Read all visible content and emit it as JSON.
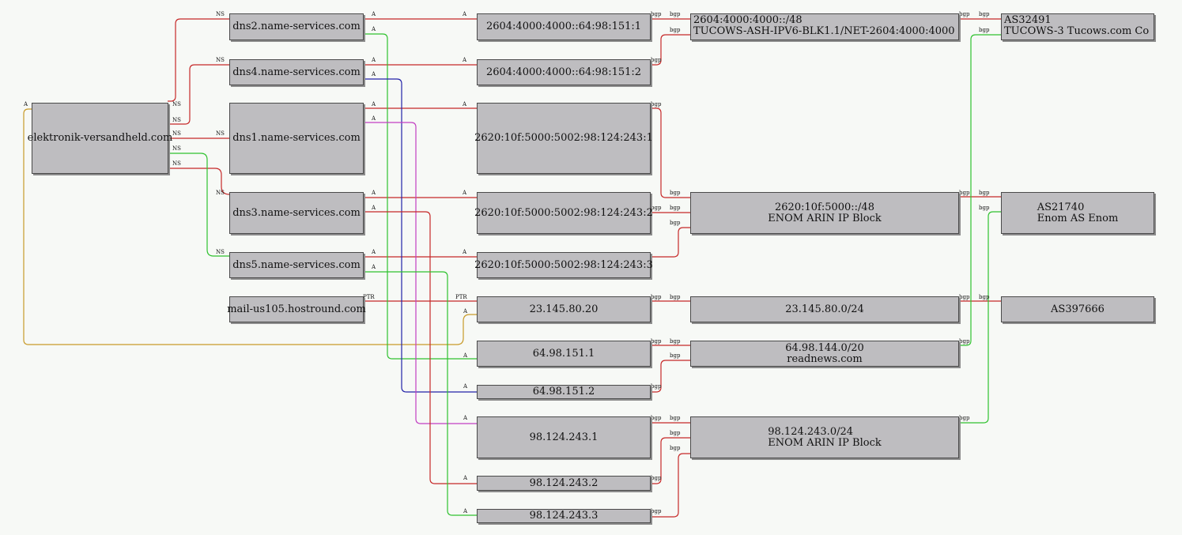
{
  "colors": {
    "red": "#c62828",
    "green": "#2fc22f",
    "blue": "#2222a8",
    "magenta": "#c23ec2",
    "orange": "#c89a28",
    "node_fill": "#bebdc0",
    "background": "#f7f9f6"
  },
  "nodes": {
    "root": "elektronik-versandheld.com",
    "dns2": "dns2.name-services.com",
    "dns4": "dns4.name-services.com",
    "dns1": "dns1.name-services.com",
    "dns3": "dns3.name-services.com",
    "dns5": "dns5.name-services.com",
    "mail": "mail-us105.hostround.com",
    "ip6_151_1": "2604:4000:4000::64:98:151:1",
    "ip6_151_2": "2604:4000:4000::64:98:151:2",
    "ip6_243_1": "2620:10f:5000:5002:98:124:243:1",
    "ip6_243_2": "2620:10f:5000:5002:98:124:243:2",
    "ip6_243_3": "2620:10f:5000:5002:98:124:243:3",
    "ip_23": "23.145.80.20",
    "ip_151_1": "64.98.151.1",
    "ip_151_2": "64.98.151.2",
    "ip_243_1": "98.124.243.1",
    "ip_243_2": "98.124.243.2",
    "ip_243_3": "98.124.243.3",
    "net_tucows6_l1": "2604:4000:4000::/48",
    "net_tucows6_l2": "TUCOWS-ASH-IPV6-BLK1.1/NET-2604:4000:4000",
    "net_enom6_l1": "2620:10f:5000::/48",
    "net_enom6_l2": "ENOM ARIN IP Block",
    "net_23": "23.145.80.0/24",
    "net_64_l1": "64.98.144.0/20",
    "net_64_l2": "readnews.com",
    "net_98_l1": "98.124.243.0/24",
    "net_98_l2": "ENOM ARIN IP Block",
    "as32491_l1": "AS32491",
    "as32491_l2": "TUCOWS-3 Tucows.com Co",
    "as21740_l1": "AS21740",
    "as21740_l2": "Enom AS Enom",
    "as397666": "AS397666"
  },
  "edge_labels": {
    "ns": "NS",
    "a": "A",
    "ptr": "PTR",
    "bgp": "bgp"
  }
}
